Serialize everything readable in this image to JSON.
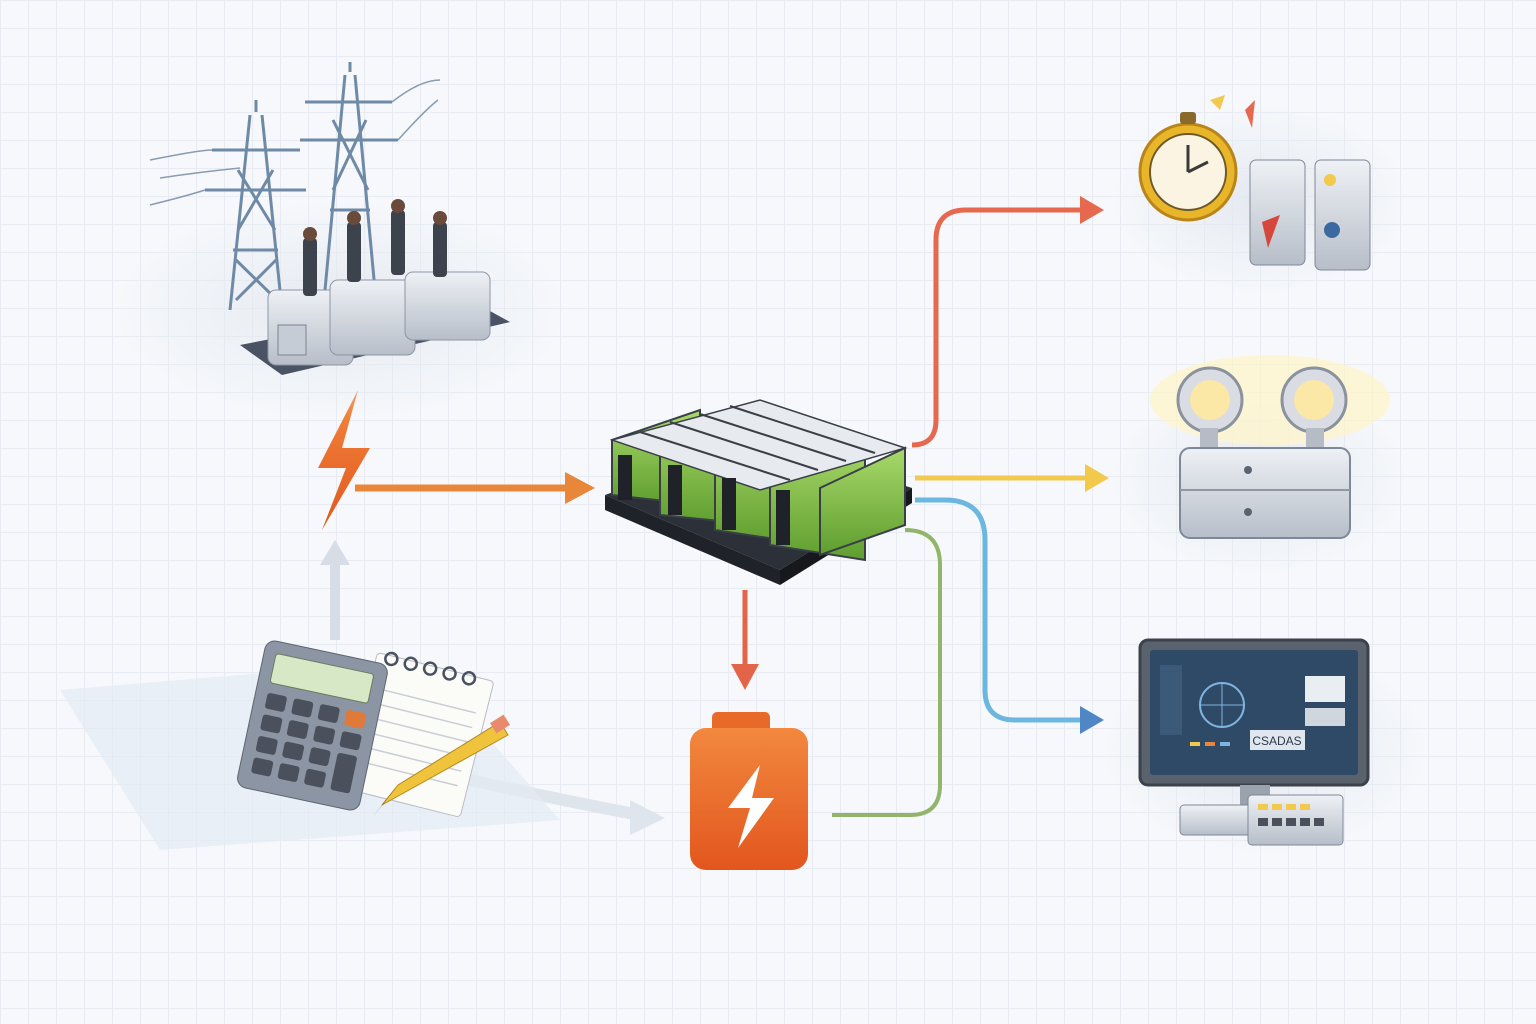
{
  "diagram": {
    "nodes": [
      {
        "id": "substation",
        "icon": "power-substation-icon"
      },
      {
        "id": "calculation",
        "icon": "calculator-notepad-icon"
      },
      {
        "id": "battery-bank",
        "icon": "battery-bank-icon"
      },
      {
        "id": "charger",
        "icon": "battery-charger-icon"
      },
      {
        "id": "timer-breakers",
        "icon": "timer-breaker-icon"
      },
      {
        "id": "emergency-lights",
        "icon": "emergency-light-icon"
      },
      {
        "id": "scada-monitor",
        "icon": "scada-monitor-icon",
        "screen_text": "CSADAS"
      }
    ],
    "edges": [
      {
        "from": "substation",
        "to": "battery-bank",
        "color": "#e8873a"
      },
      {
        "from": "battery-bank",
        "to": "charger",
        "color": "#e2654a"
      },
      {
        "from": "battery-bank",
        "to": "timer-breakers",
        "color": "#e5684f"
      },
      {
        "from": "battery-bank",
        "to": "emergency-lights",
        "color": "#f2c94c"
      },
      {
        "from": "battery-bank",
        "to": "scada-monitor",
        "color": "#6bb7df"
      },
      {
        "from": "charger",
        "to": "battery-bank",
        "color": "#93b56b"
      },
      {
        "from": "calculation",
        "to": "substation",
        "color": "#d6dde6"
      },
      {
        "from": "calculation",
        "to": "charger",
        "color": "#d6dde6"
      }
    ]
  }
}
